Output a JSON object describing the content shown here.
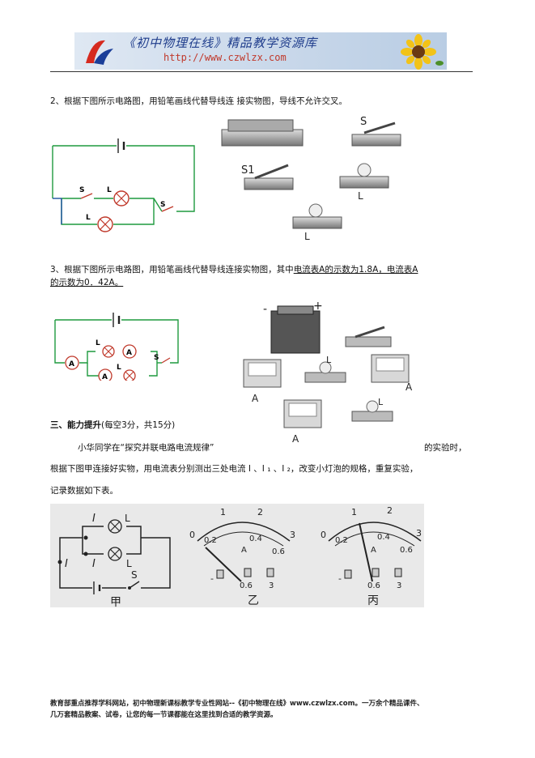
{
  "header": {
    "title": "《初中物理在线》精品教学资源库",
    "url": "http://www.czwlzx.com"
  },
  "q2": {
    "text": "2、根据下图所示电路图，用铅笔画线代替导线连 接实物图，导线不允许交叉。",
    "labels": {
      "s1": "S",
      "l1": "L",
      "s": "S",
      "l1b": "L"
    },
    "obj_labels": {
      "s": "S",
      "s1": "S1",
      "l1": "L",
      "l2": "L"
    }
  },
  "q3": {
    "line1_pre": "3、根据下图所示电路图，用铅笔画线代替导线连接实物图，其中",
    "line1_u": "电流表A的示数为1.8A，电流表A",
    "line2_u": "的示数为0．42A。",
    "labels": {
      "a": "A",
      "l1": "L",
      "a1": "A",
      "l2": "L",
      "a2": "A",
      "s": "S"
    },
    "obj_labels": {
      "minus": "-",
      "plus": "+",
      "l1": "L",
      "a": "A",
      "a1": "A",
      "l2": "L",
      "a2": "A"
    }
  },
  "section3": {
    "title": "三、能力提升",
    "score": "(每空3分，共15分)",
    "p1": "小华同学在“探究并联电路电流规律”",
    "p1_end": "的实验时，",
    "p2": "根据下图甲连接好实物，用电流表分别测出三处电流 I 、I ₁ 、I ₂，改变小灯泡的规格，重复实验，",
    "p3": "记录数据如下表。"
  },
  "figure": {
    "circuit": {
      "i1": "I",
      "i2": "I",
      "i": "I",
      "l1": "L",
      "l2": "L",
      "s": "S",
      "caption": "甲"
    },
    "meter_b": {
      "ticks_top": [
        "0",
        "1",
        "2",
        "3"
      ],
      "ticks_bottom": [
        "0.2",
        "0.4",
        "0.6"
      ],
      "unit": "A",
      "terms": [
        "0.6",
        "3"
      ],
      "minus": "-",
      "caption": "乙"
    },
    "meter_c": {
      "ticks_top": [
        "0",
        "1",
        "2",
        "3"
      ],
      "ticks_bottom": [
        "0.2",
        "0.4",
        "0.6"
      ],
      "unit": "A",
      "terms": [
        "0.6",
        "3"
      ],
      "minus": "-",
      "caption": "丙"
    }
  },
  "footer": {
    "line1": "教育部重点推荐学科网站，初中物理新课标教学专业性网站--《初中物理在线》www.czwlzx.com。一万余个精品课件、",
    "line2": "几万套精品教案、试卷，让您的每一节课都能在这里找到合适的教学资源。"
  }
}
